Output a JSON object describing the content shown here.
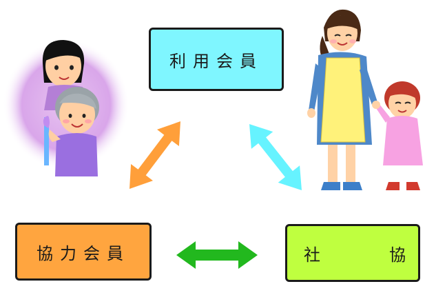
{
  "nodes": {
    "user": {
      "label": "利用会員",
      "fill": "#7ff6ff"
    },
    "coop": {
      "label": "協力会員",
      "fill": "#ffa53f"
    },
    "shakyo": {
      "label_left": "社",
      "label_right": "協",
      "fill": "#bfff3f"
    }
  },
  "arrows": {
    "user_coop": {
      "color": "#ff9f3a"
    },
    "user_shakyo": {
      "color": "#66f3ff"
    },
    "coop_shakyo": {
      "color": "#22b81e"
    }
  },
  "illustrations": [
    {
      "name": "young-woman-and-elderly-woman-illustration"
    },
    {
      "name": "mother-in-apron-and-child-illustration"
    }
  ]
}
